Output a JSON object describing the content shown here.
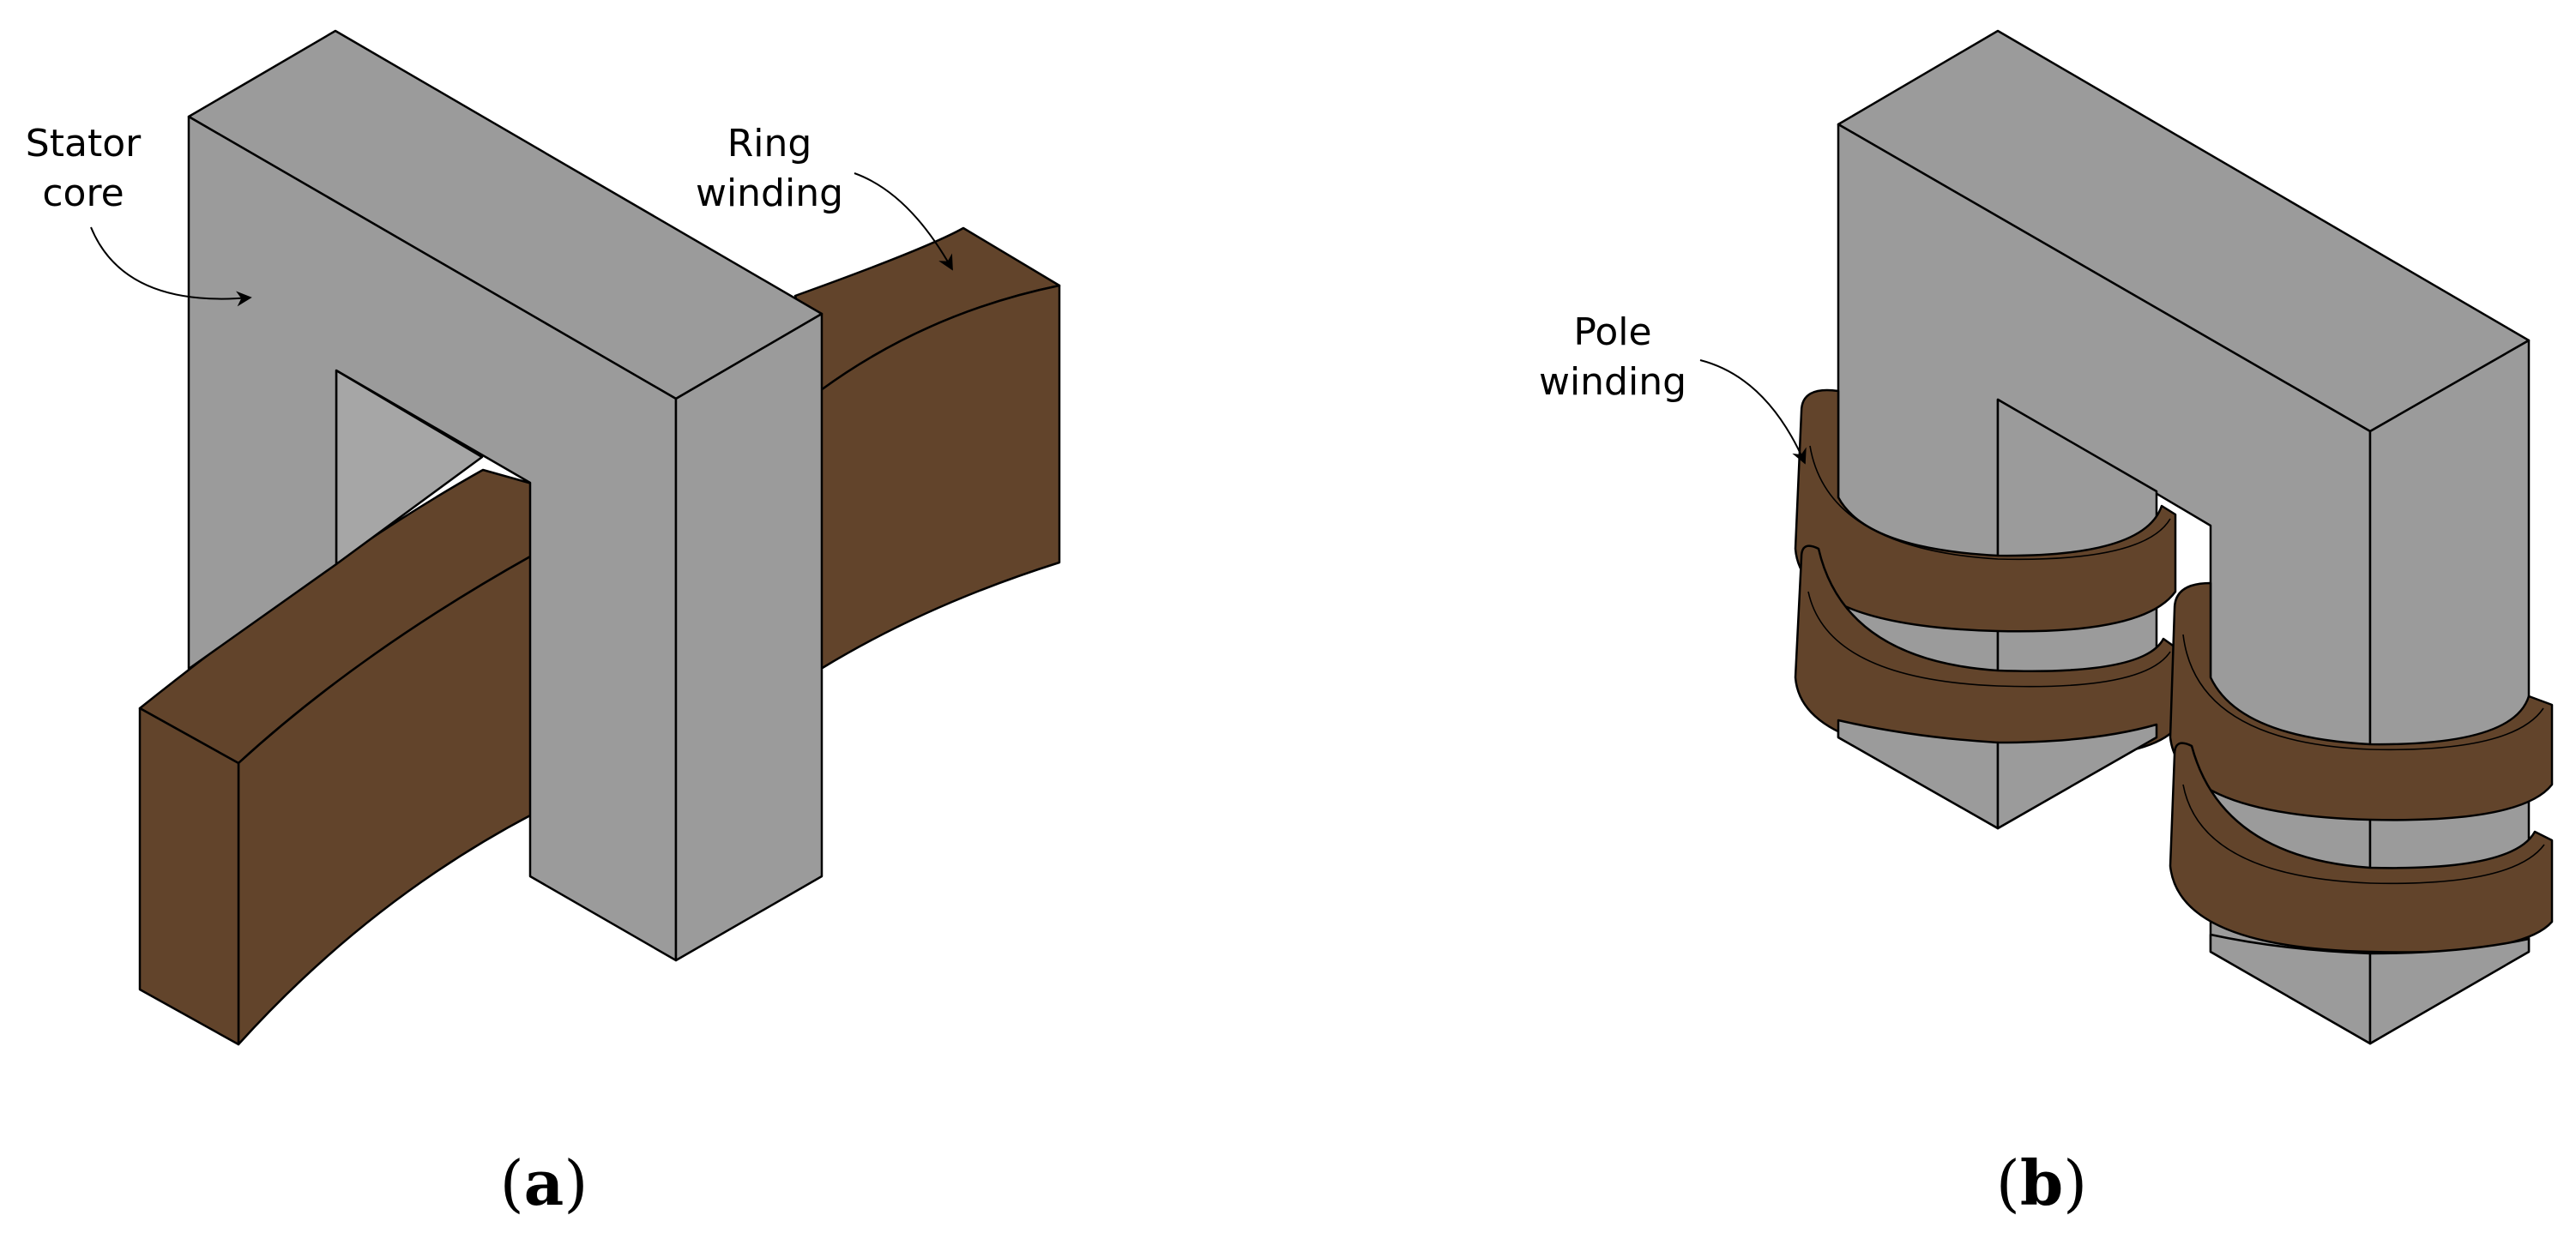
{
  "panel_a": {
    "label_stator_core": [
      "Stator",
      "core"
    ],
    "label_ring_winding": [
      "Ring",
      "winding"
    ],
    "caption_open": "(",
    "caption_letter": "a",
    "caption_close": ")"
  },
  "panel_b": {
    "label_pole_winding": [
      "Pole",
      "winding"
    ],
    "caption_open": "(",
    "caption_letter": "b",
    "caption_close": ")"
  },
  "colors": {
    "core_light": "#9b9b9b",
    "core_face": "#a6a6a6",
    "winding": "#62442b",
    "outline": "#000000",
    "background": "#ffffff"
  }
}
